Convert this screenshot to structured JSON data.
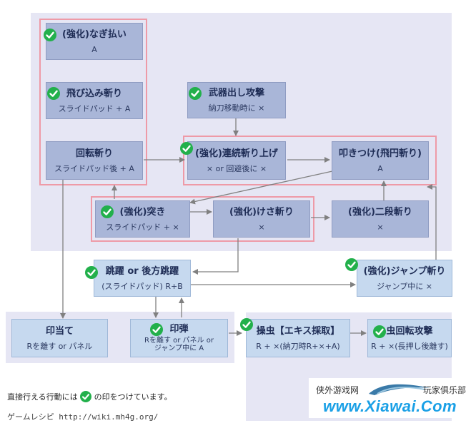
{
  "colors": {
    "panel_bg": "#e6e6f4",
    "node_bg": "#a9b6d8",
    "node_light_bg": "#c6d9ef",
    "highlight_border": "#ee9aa7",
    "check_green": "#22b04b",
    "edge": "#808080"
  },
  "nodes": {
    "nagi": {
      "title": "(強化)なぎ払い",
      "sub": "A",
      "checked": true
    },
    "tobikomi": {
      "title": "飛び込み斬り",
      "sub": "スライドパッド + A",
      "checked": true
    },
    "kaiten": {
      "title": "回転斬り",
      "sub": "スライドパッド後 + A",
      "checked": false
    },
    "buki": {
      "title": "武器出し攻撃",
      "sub": "納刀移動時に ×",
      "checked": true
    },
    "renzoku": {
      "title": "(強化)連続斬り上げ",
      "sub": "× or 回避後に ×",
      "checked": true
    },
    "tatakitsuke": {
      "title": "叩きつけ(飛円斬り)",
      "sub": "A",
      "checked": false
    },
    "tsuki": {
      "title": "(強化)突き",
      "sub": "スライドパッド + ×",
      "checked": true
    },
    "kesa": {
      "title": "(強化)けさ斬り",
      "sub": "×",
      "checked": false
    },
    "nidan": {
      "title": "(強化)二段斬り",
      "sub": "×",
      "checked": false
    },
    "chouyaku": {
      "title": "跳躍 or 後方跳躍",
      "sub": "(スライドパッド) R+B",
      "checked": true
    },
    "jump": {
      "title": "(強化)ジャンプ斬り",
      "sub": "ジャンプ中に ×",
      "checked": true
    },
    "inate": {
      "title": "印当て",
      "sub": "Rを離す or パネル",
      "checked": false
    },
    "indan": {
      "title": "印弾",
      "sub": "Rを離す or パネル or\nジャンプ中に A",
      "checked": true
    },
    "soumushi": {
      "title": "操虫【エキス採取】",
      "sub": "R + ×(納刀時R+×+A)",
      "checked": true
    },
    "mushikaiten": {
      "title": "虫回転攻撃",
      "sub": "R + ×(長押し後離す)",
      "checked": true
    }
  },
  "legend": {
    "text_before": "直接行える行動には",
    "text_after": "の印をつけています。"
  },
  "credit": "ゲームレシピ http://wiki.mh4g.org/",
  "watermark": {
    "site": "侠外游戏网",
    "club": "玩家俱乐部",
    "url": "www.Xiawai.Com"
  }
}
